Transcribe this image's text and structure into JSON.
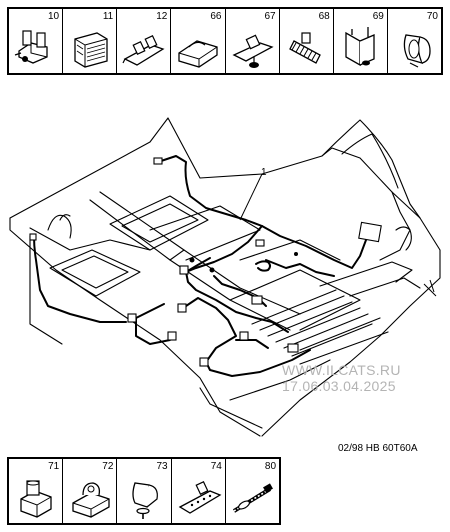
{
  "top_parts": [
    {
      "number": "10",
      "icon": "double-clip-icon"
    },
    {
      "number": "11",
      "icon": "connector-block-icon"
    },
    {
      "number": "12",
      "icon": "cable-clip-icon"
    },
    {
      "number": "66",
      "icon": "grommet-clip-icon"
    },
    {
      "number": "67",
      "icon": "harness-clip-icon"
    },
    {
      "number": "68",
      "icon": "corrugated-sleeve-icon"
    },
    {
      "number": "69",
      "icon": "bracket-clip-icon"
    },
    {
      "number": "70",
      "icon": "cable-guide-icon"
    }
  ],
  "bottom_parts": [
    {
      "number": "71",
      "icon": "pillar-clip-icon"
    },
    {
      "number": "72",
      "icon": "hook-clip-icon"
    },
    {
      "number": "73",
      "icon": "screw-clip-icon"
    },
    {
      "number": "74",
      "icon": "strap-clip-icon"
    },
    {
      "number": "80",
      "icon": "cable-tie-icon"
    }
  ],
  "callout": "1",
  "watermark": {
    "line1": "WWW.ILCATS.RU",
    "line2": "17.06.03.04.2025"
  },
  "doc_ref": "02/98  HB 60T60A",
  "colors": {
    "line": "#000000",
    "watermark": "#b4b4b4"
  }
}
